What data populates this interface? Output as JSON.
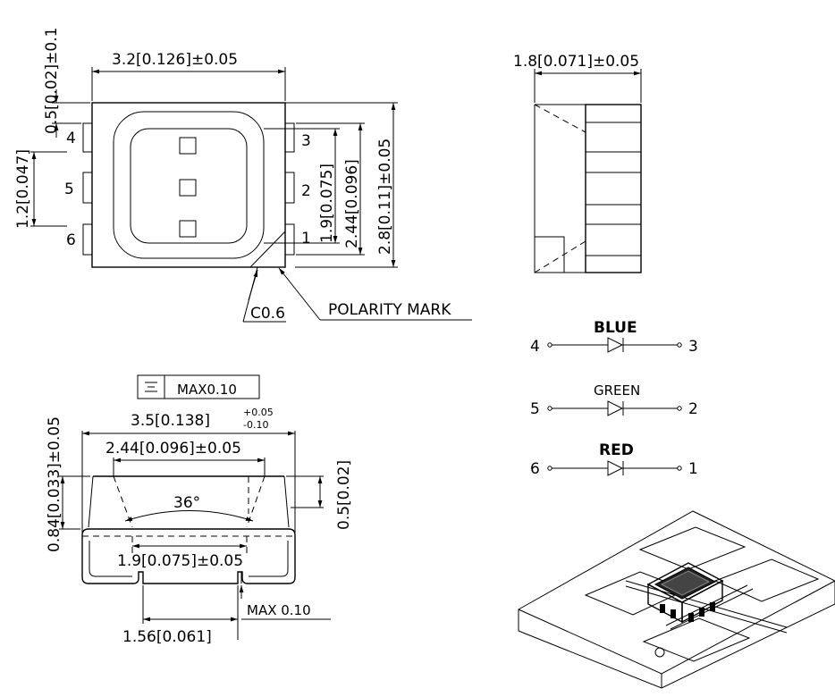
{
  "top_view": {
    "width_dim": "3.2[0.126]±0.05",
    "lead_offset_dim": "0.5[0.02]±0.1",
    "pitch_dim": "1.2[0.047]",
    "inner_dim": "1.9[0.075]",
    "lead_span_dim": "2.44[0.096]",
    "height_dim": "2.8[0.11]±0.05",
    "left_pins": [
      "4",
      "5",
      "6"
    ],
    "right_pins": [
      "3",
      "2",
      "1"
    ],
    "chamfer_label": "C0.6",
    "polarity_label": "POLARITY MARK"
  },
  "side_view": {
    "thickness_dim": "1.8[0.071]±0.05"
  },
  "front_view": {
    "flatness_symbol": "⌯",
    "flatness_value": "MAX0.10",
    "width_dim_main": "3.5[0.138]",
    "width_tol_plus": "+0.05",
    "width_tol_minus": "-0.10",
    "lead_span_dim": "2.44[0.096]±0.05",
    "angle_dim": "36°",
    "height_dim": "0.84[0.033]±0.05",
    "step_dim": "0.5[0.02]",
    "inner_dim": "1.9[0.075]±0.05",
    "pad_dim": "1.56[0.061]",
    "standoff_dim": "MAX 0.10"
  },
  "schematic": [
    {
      "label": "BLUE",
      "left_pin": "4",
      "right_pin": "3"
    },
    {
      "label": "GREEN",
      "left_pin": "5",
      "right_pin": "2"
    },
    {
      "label": "RED",
      "left_pin": "6",
      "right_pin": "1"
    }
  ]
}
